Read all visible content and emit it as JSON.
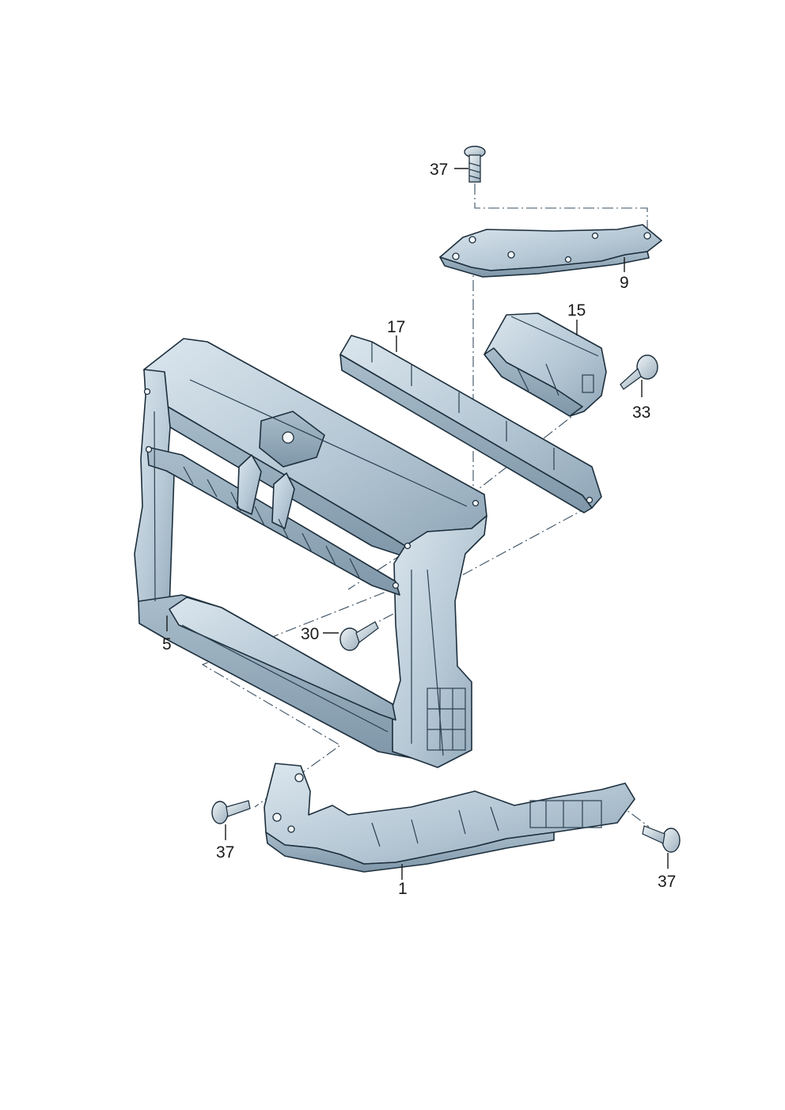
{
  "callouts": [
    {
      "id": "screw-top",
      "label": "37"
    },
    {
      "id": "bracket-top",
      "label": "9"
    },
    {
      "id": "air-duct",
      "label": "15"
    },
    {
      "id": "rail",
      "label": "17"
    },
    {
      "id": "screw-right-upper",
      "label": "33"
    },
    {
      "id": "frame",
      "label": "5"
    },
    {
      "id": "screw-mid",
      "label": "30"
    },
    {
      "id": "carrier",
      "label": "1"
    },
    {
      "id": "screw-left-lower",
      "label": "37"
    },
    {
      "id": "screw-right-lower",
      "label": "37"
    }
  ],
  "colors": {
    "part_fill": "#b9cad6",
    "part_light": "#d7e3eb",
    "part_dark": "#8ea4b4",
    "outline": "#1d2f3d"
  }
}
